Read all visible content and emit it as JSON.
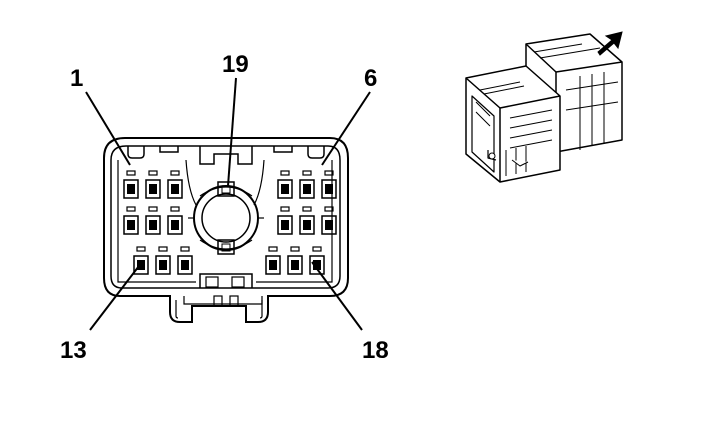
{
  "connector_face": {
    "pin_labels": {
      "pin_1": "1",
      "pin_6": "6",
      "pin_13": "13",
      "pin_18": "18",
      "pin_19": "19"
    }
  },
  "connector_view": {
    "arrow_icon": "arrow-up-right-icon"
  },
  "colors": {
    "line": "#000000",
    "background": "#ffffff"
  }
}
